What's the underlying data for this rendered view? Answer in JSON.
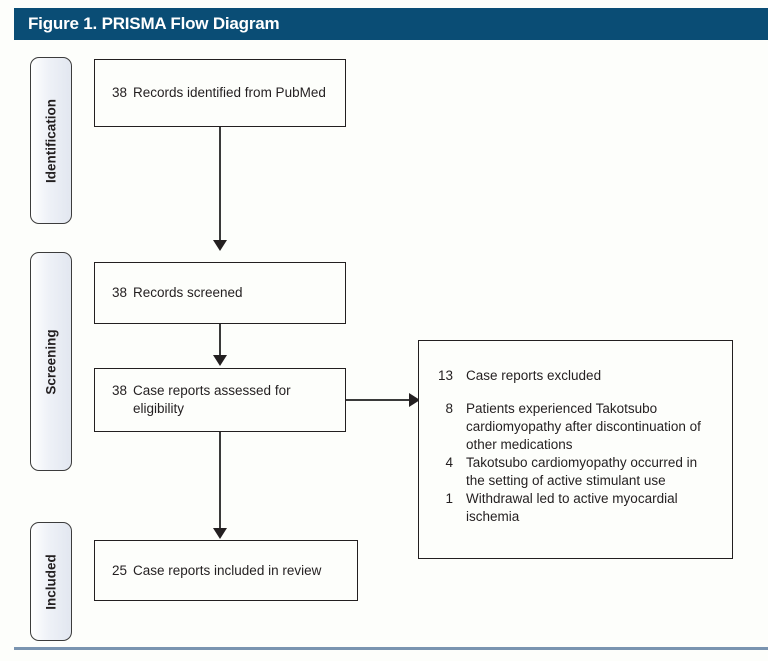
{
  "header": {
    "title": "Figure 1. PRISMA Flow Diagram",
    "background_color": "#0a4d75",
    "text_color": "#ffffff"
  },
  "stages": [
    {
      "label": "Identification"
    },
    {
      "label": "Screening"
    },
    {
      "label": "Included"
    }
  ],
  "flow_boxes": [
    {
      "name": "records-identified",
      "lines": [
        {
          "num": "38",
          "text": "Records identified from PubMed"
        }
      ]
    },
    {
      "name": "records-screened",
      "lines": [
        {
          "num": "38",
          "text": "Records screened"
        }
      ]
    },
    {
      "name": "reports-assessed",
      "lines": [
        {
          "num": "38",
          "text": "Case reports assessed for eligibility"
        }
      ]
    },
    {
      "name": "reports-included",
      "lines": [
        {
          "num": "25",
          "text": "Case reports included in review"
        }
      ]
    }
  ],
  "exclusions": {
    "heading": {
      "num": "13",
      "text": "Case reports excluded"
    },
    "reasons": [
      {
        "num": "8",
        "text": "Patients experienced Takotsubo cardiomyopathy after discontinuation of other medications"
      },
      {
        "num": "4",
        "text": "Takotsubo cardiomyopathy occurred in the setting of active stimulant use"
      },
      {
        "num": "1",
        "text": "Withdrawal led to active myocardial ischemia"
      }
    ]
  },
  "colors": {
    "accent": "#0a4d75",
    "border": "#231f20",
    "connector": "#3a3a3a",
    "footer_rule": "#7a94b0",
    "page_background": "#fdfefb"
  }
}
